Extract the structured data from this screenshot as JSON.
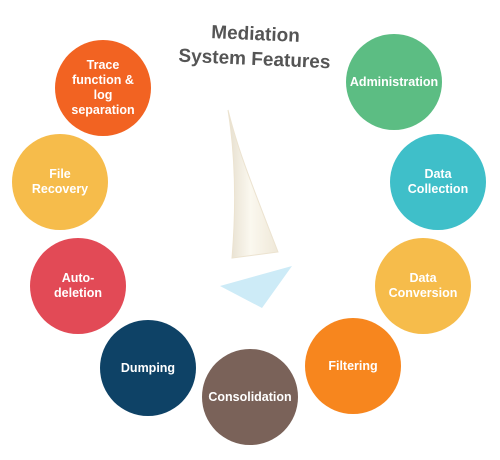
{
  "diagram": {
    "title_line1": "Mediation",
    "title_line2": "System Features"
  },
  "features": {
    "trace": {
      "label": "Trace function & log separation",
      "color": "#F26322"
    },
    "administration": {
      "label": "Administration",
      "color": "#5CBD83"
    },
    "file_recovery": {
      "label": "File Recovery",
      "color": "#F6BC4B"
    },
    "data_collection": {
      "label": "Data Collection",
      "color": "#3FBFC9"
    },
    "auto_deletion": {
      "label": "Auto-deletion",
      "color": "#E24A56"
    },
    "data_conversion": {
      "label": "Data Conversion",
      "color": "#F6BC4B"
    },
    "dumping": {
      "label": "Dumping",
      "color": "#0E4266"
    },
    "filtering": {
      "label": "Filtering",
      "color": "#F7861E"
    },
    "consolidation": {
      "label": "Consolidation",
      "color": "#7A6259"
    }
  },
  "boat": {
    "sail_color": "#F7F2E6",
    "hull_color": "#CDEBF7"
  }
}
